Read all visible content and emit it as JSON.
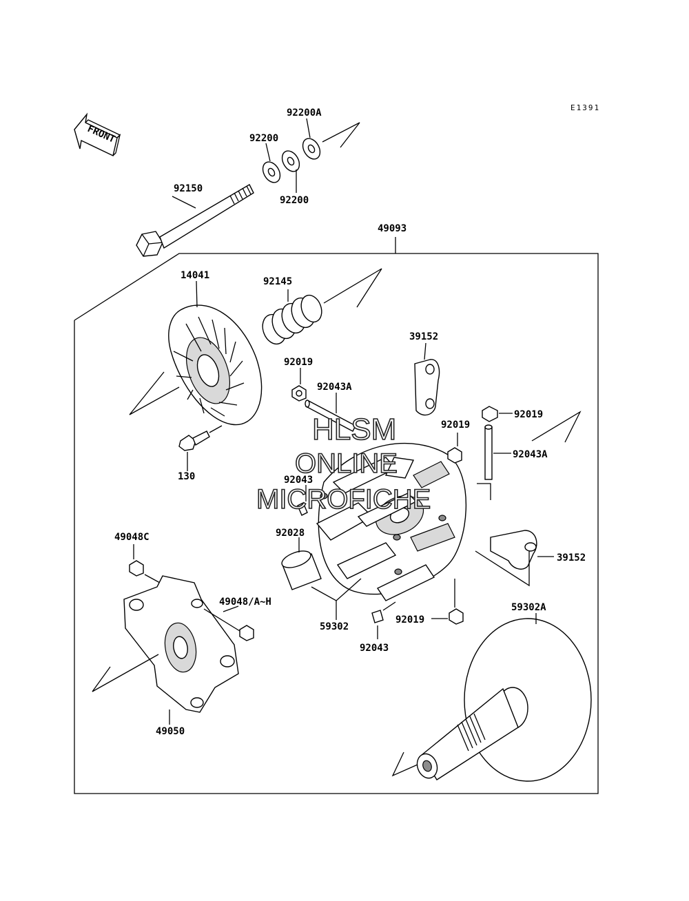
{
  "diagram_code": "E1391",
  "front_label": "FRONT",
  "watermark": {
    "line1": "HLSM",
    "line2": "ONLINE",
    "line3": "MICROFICHE"
  },
  "parts": {
    "p92200A": "92200A",
    "p92200_upper": "92200",
    "p92200_lower": "92200",
    "p92150": "92150",
    "p49093": "49093",
    "p14041": "14041",
    "p92145": "92145",
    "p39152_upper": "39152",
    "p92019_a": "92019",
    "p92043A_a": "92043A",
    "p92019_b": "92019",
    "p92019_c": "92019",
    "p92043A_b": "92043A",
    "p130": "130",
    "p92043_a": "92043",
    "p92028": "92028",
    "p49048C": "49048C",
    "p39152_lower": "39152",
    "p49048AH": "49048/A~H",
    "p59302": "59302",
    "p92019_d": "92019",
    "p59302A": "59302A",
    "p92043_b": "92043",
    "p49050": "49050"
  }
}
